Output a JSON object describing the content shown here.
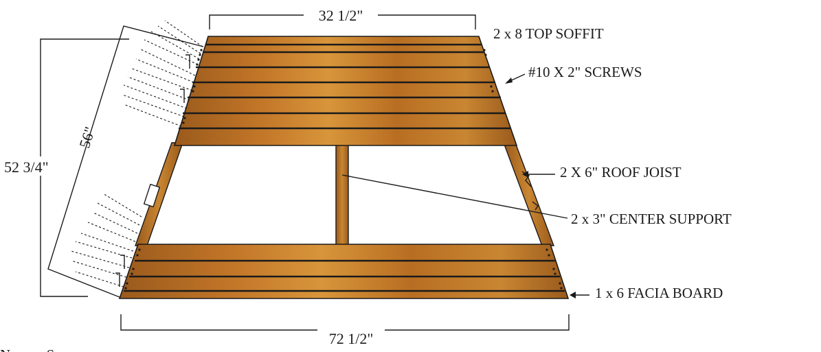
{
  "colors": {
    "wood_dark": "#9a5a1c",
    "wood_mid": "#b86e22",
    "wood_light": "#d8953a",
    "outline": "#1a1a1a"
  },
  "dimensions": {
    "top_width": "32 1/2\"",
    "bottom_width": "72 1/2\"",
    "slope_length": "56\"",
    "vertical_height": "52 3/4\""
  },
  "callouts": {
    "top_soffit": "2 x 8 TOP SOFFIT",
    "screws": "#10 X 2\" SCREWS",
    "roof_joist": "2 X 6\" ROOF JOIST",
    "center_support": "2 x 3\"  CENTER SUPPORT",
    "facia_board": "1 x 6 FACIA BOARD"
  },
  "footer_text": "N          S"
}
